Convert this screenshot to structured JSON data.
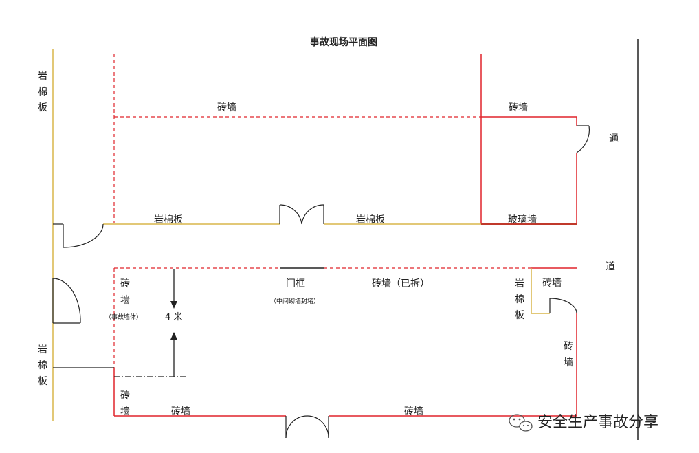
{
  "diagram": {
    "title": "事故现场平面图",
    "labels": {
      "rock_wool_left_top": [
        "岩",
        "棉",
        "板"
      ],
      "rock_wool_left_bottom": [
        "岩",
        "棉",
        "板"
      ],
      "brick_wall_top": "砖墙",
      "brick_wall_top_right": "砖墙",
      "passage_1": "通",
      "passage_2": "道",
      "rock_wool_mid_left": "岩棉板",
      "rock_wool_mid_right": "岩棉板",
      "glass_wall": "玻璃墙",
      "brick_wall_vertical_left": [
        "砖",
        "墙"
      ],
      "accident_wall_note": "（事故墙体）",
      "distance": "4 米",
      "door_frame": "门框",
      "door_frame_note": "（中间砌墙封堵）",
      "brick_wall_removed": "砖墙（已拆）",
      "rock_wool_right": [
        "岩",
        "棉",
        "板"
      ],
      "brick_wall_right_small": "砖墙",
      "brick_wall_right_vertical": [
        "砖",
        "墙"
      ],
      "brick_wall_bottom_left_vertical": [
        "砖",
        "墙"
      ],
      "brick_wall_bottom_1": "砖墙",
      "brick_wall_bottom_2": "砖墙"
    },
    "colors": {
      "brick": "#e0242b",
      "rock_wool": "#d9b64a",
      "glass": "#c0392b",
      "line": "#222222"
    }
  },
  "watermark": {
    "text": "安全生产事故分享",
    "icon": "wechat-icon"
  }
}
